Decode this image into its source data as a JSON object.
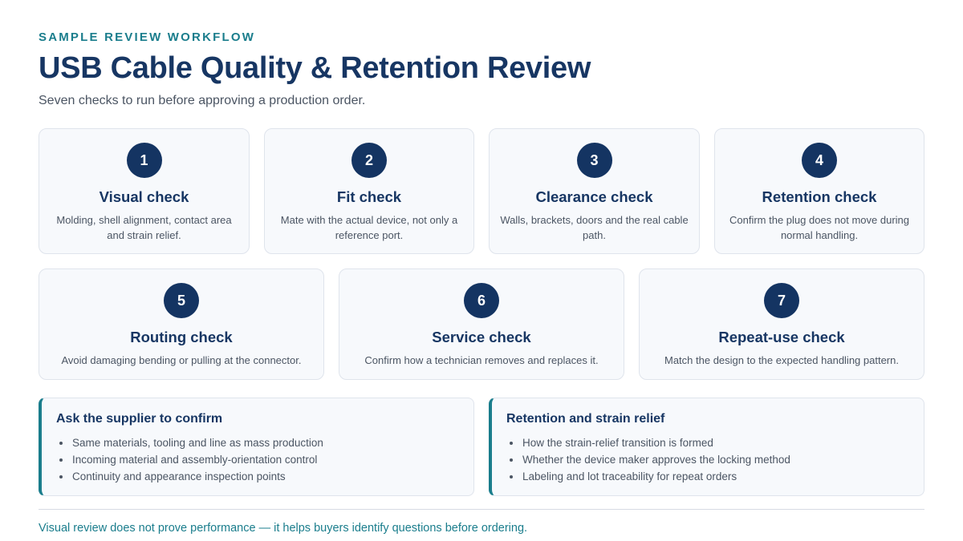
{
  "header": {
    "eyebrow": "SAMPLE REVIEW WORKFLOW",
    "title": "USB Cable Quality & Retention Review",
    "subtitle": "Seven checks to run before approving a production order."
  },
  "checks": [
    {
      "number": "1",
      "title": "Visual check",
      "description": "Molding, shell alignment, contact area and strain relief."
    },
    {
      "number": "2",
      "title": "Fit check",
      "description": "Mate with the actual device, not only a reference port."
    },
    {
      "number": "3",
      "title": "Clearance check",
      "description": "Walls, brackets, doors and the real cable path."
    },
    {
      "number": "4",
      "title": "Retention check",
      "description": "Confirm the plug does not move during normal handling."
    },
    {
      "number": "5",
      "title": "Routing check",
      "description": "Avoid damaging bending or pulling at the connector."
    },
    {
      "number": "6",
      "title": "Service check",
      "description": "Confirm how a technician removes and replaces it."
    },
    {
      "number": "7",
      "title": "Repeat-use check",
      "description": "Match the design to the expected handling pattern."
    }
  ],
  "panels": [
    {
      "title": "Ask the supplier to confirm",
      "items": [
        "Same materials, tooling and line as mass production",
        "Incoming material and assembly-orientation control",
        "Continuity and appearance inspection points"
      ]
    },
    {
      "title": "Retention and strain relief",
      "items": [
        "How the strain-relief transition is formed",
        "Whether the device maker approves the locking method",
        "Labeling and lot traceability for repeat orders"
      ]
    }
  ],
  "footer": {
    "note": "Visual review does not prove performance — it helps buyers identify questions before ordering."
  },
  "colors": {
    "accent": "#1a7d8c",
    "navy": "#143462",
    "card_bg": "#f7f9fc"
  }
}
